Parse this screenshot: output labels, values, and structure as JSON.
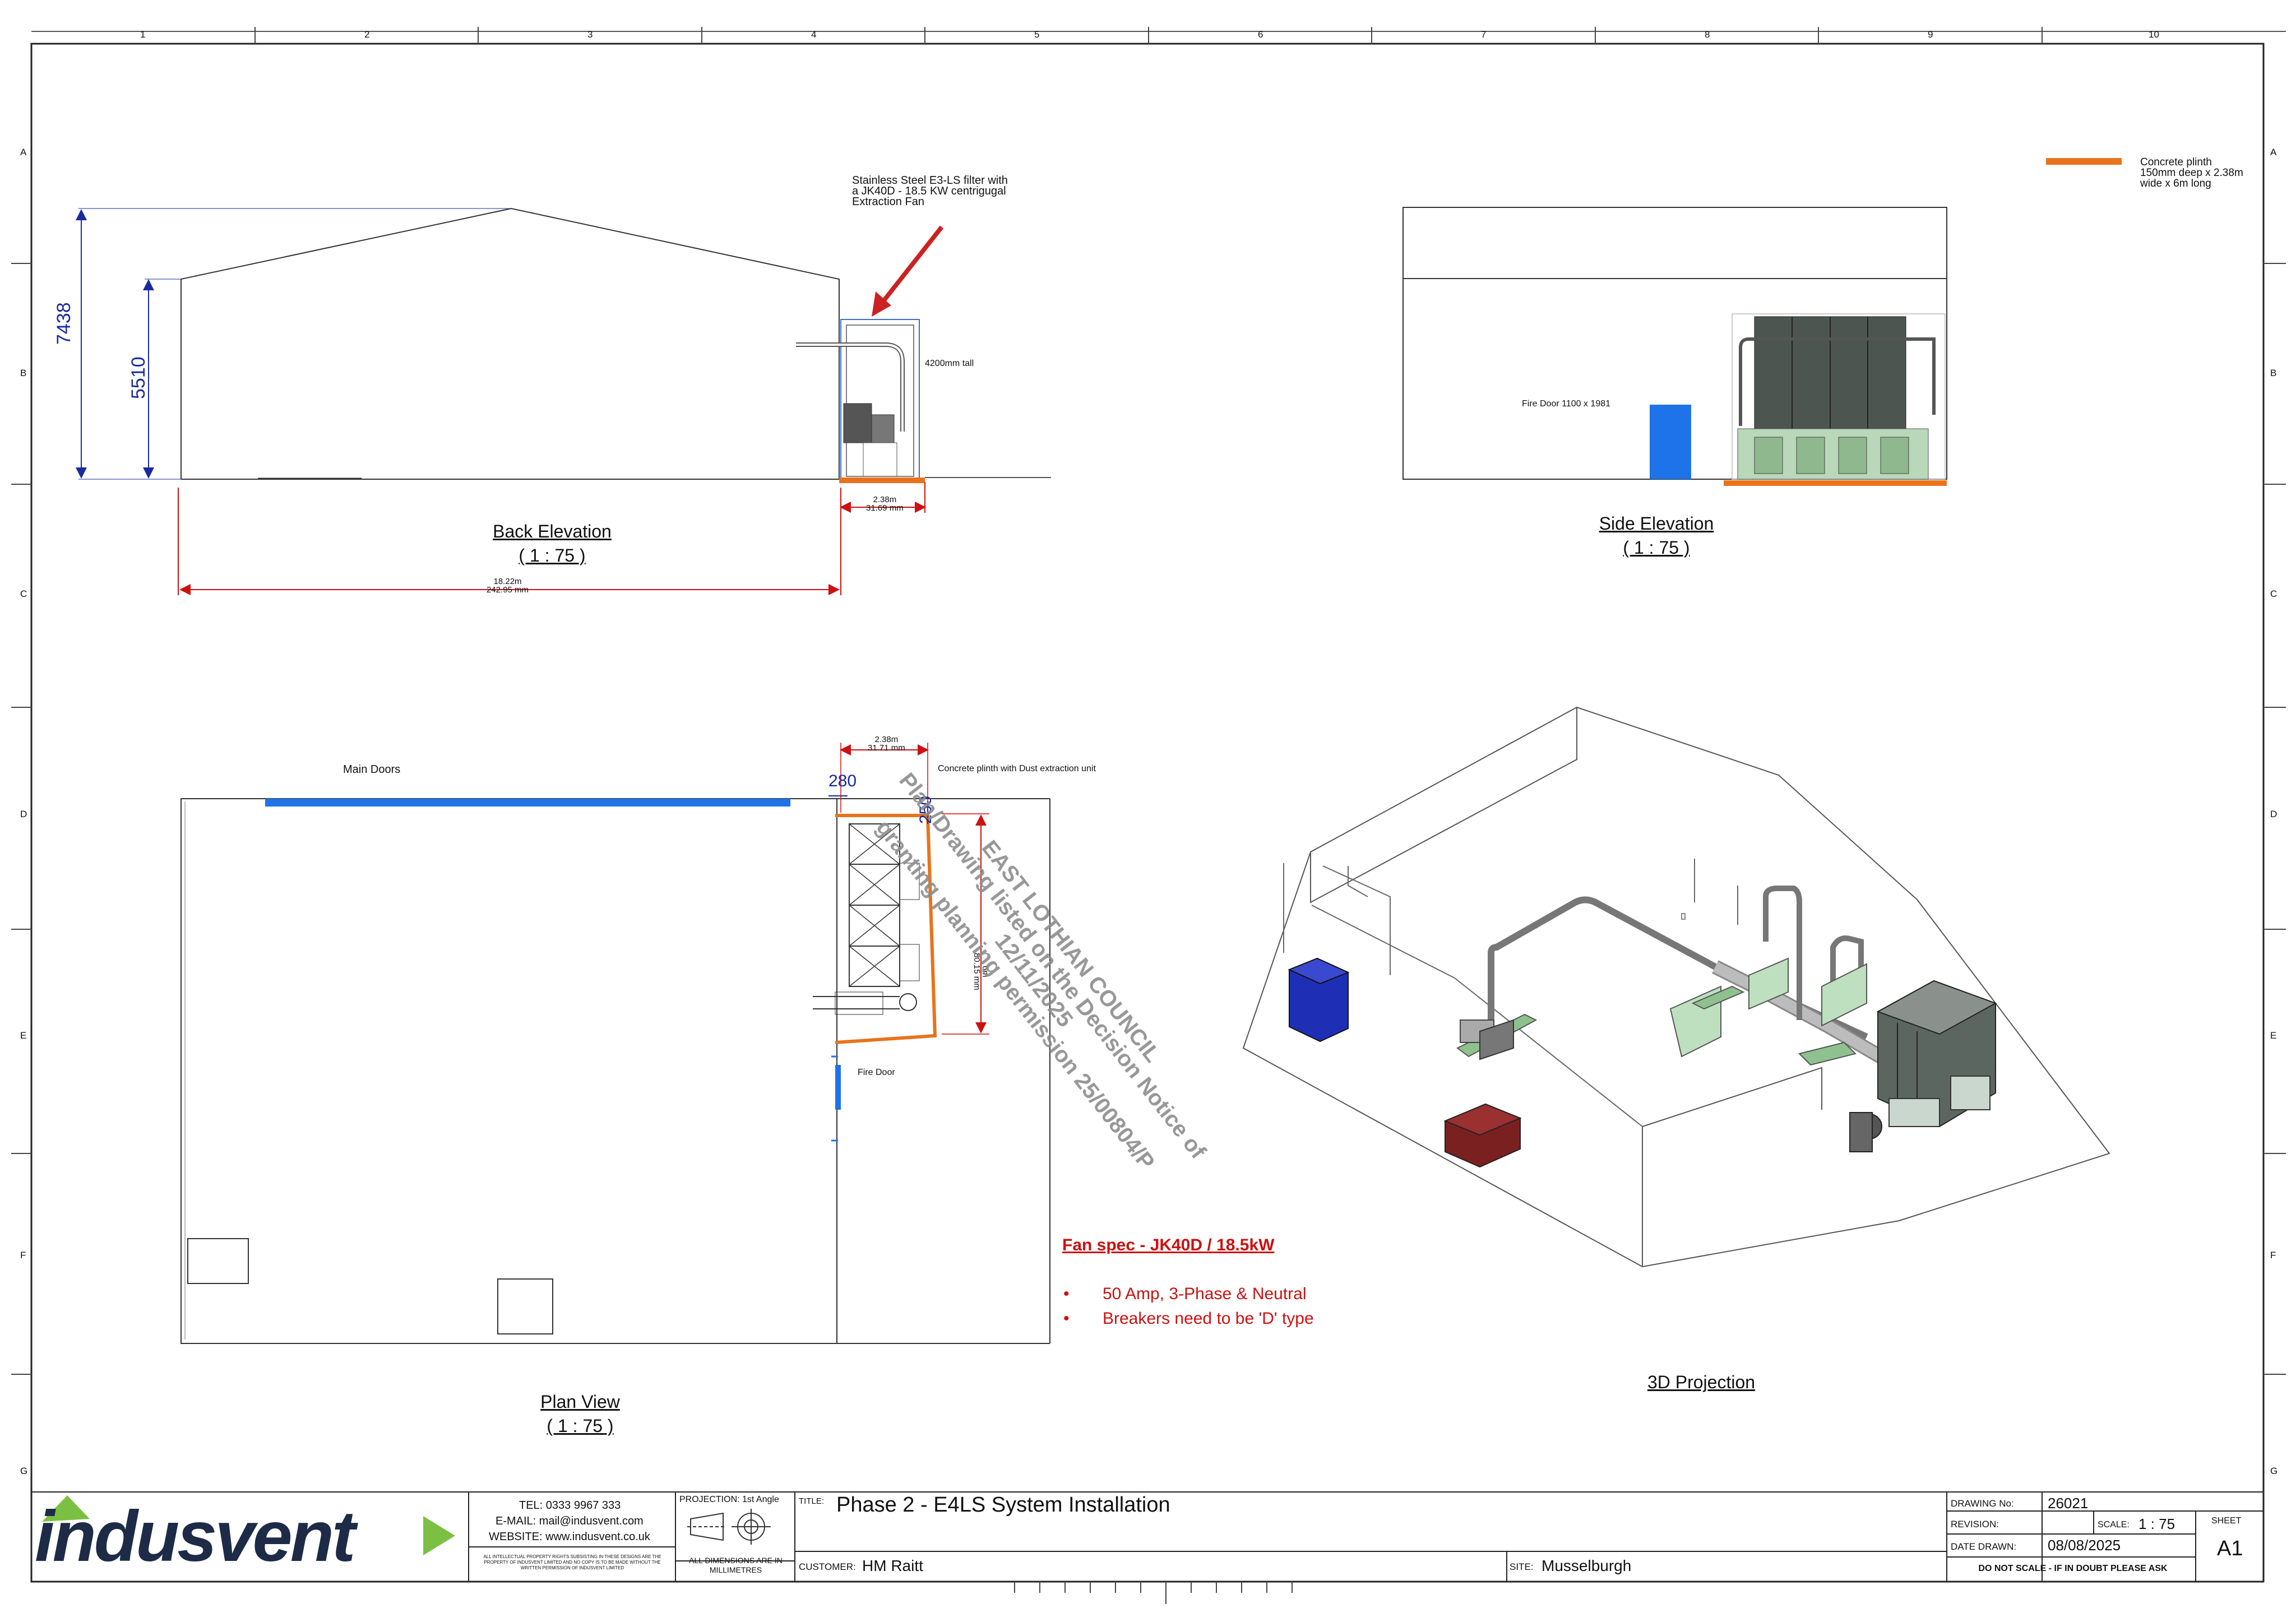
{
  "grid": {
    "columns": [
      "1",
      "2",
      "3",
      "4",
      "5",
      "6",
      "7",
      "8",
      "9",
      "10"
    ],
    "rows": [
      "A",
      "B",
      "C",
      "D",
      "E",
      "F",
      "G"
    ]
  },
  "legend": {
    "text_line1": "Concrete plinth",
    "text_line2": "150mm deep x 2.38m",
    "text_line3": "wide x 6m long",
    "color": "#e8731c"
  },
  "back_elevation": {
    "title": "Back Elevation",
    "scale": "( 1 : 75 )",
    "dim_total_height": "7438",
    "dim_eaves_height": "5510",
    "dim_width_m": "18.22m",
    "dim_width_mm": "242.95 mm",
    "dim_plinth_m": "2.38m",
    "dim_plinth_mm": "31.69 mm",
    "callout_line1": "Stainless Steel E3-LS filter with",
    "callout_line2": "a JK40D - 18.5 KW centrigugal",
    "callout_line3": "Extraction Fan",
    "unit_height_note": "4200mm tall"
  },
  "side_elevation": {
    "title": "Side Elevation",
    "scale": "( 1 : 75 )",
    "fire_door_note": "Fire Door 1100 x 1981"
  },
  "plan_view": {
    "title": "Plan View",
    "scale": "( 1 : 75 )",
    "main_doors": "Main Doors",
    "fire_door": "Fire Door",
    "plinth_note": "Concrete plinth with Dust extraction unit",
    "dim_280": "280",
    "dim_250": "250",
    "dim_plinth_m": "2.38m",
    "dim_plinth_mm": "31.71 mm",
    "dim_len_m": "6m",
    "dim_len_mm": "80.15 mm"
  },
  "projection_3d": {
    "title": "3D Projection"
  },
  "fan_spec": {
    "heading": "Fan spec - JK40D / 18.5kW",
    "bullets": [
      "50 Amp, 3-Phase & Neutral",
      "Breakers need to be 'D' type"
    ]
  },
  "stamp": {
    "line1": "EAST LOTHIAN COUNCIL",
    "line2": "Plan/Drawing listed on the Decision Notice of",
    "line3": "12/11/2025",
    "line4": "granting planning permission 25/00804/P"
  },
  "title_block": {
    "logo_text": "indusvent",
    "tel": "TEL:  0333 9967 333",
    "email": "E-MAIL:  mail@indusvent.com",
    "website": "WEBSITE:  www.indusvent.co.uk",
    "ip_note_1": "ALL INTELLECTUAL PROPERTY RIGHTS SUBSISTING IN THESE DESIGNS ARE THE",
    "ip_note_2": "PROPERTY OF INDUSVENT LIMITED AND NO COPY IS TO BE MADE WITHOUT THE",
    "ip_note_3": "WRITTEN PERMISSION OF INDUSVENT LIMITED",
    "projection_label": "PROJECTION: 1st Angle",
    "dims_note_1": "ALL DIMENSIONS ARE IN",
    "dims_note_2": "MILLIMETRES",
    "title_label": "TITLE:",
    "title_value": "Phase 2 - E4LS System Installation",
    "customer_label": "CUSTOMER:",
    "customer_value": "HM Raitt",
    "site_label": "SITE:",
    "site_value": "Musselburgh",
    "drawing_no_label": "DRAWING No:",
    "drawing_no_value": "26021",
    "revision_label": "REVISION:",
    "scale_label": "SCALE:",
    "scale_value": "1 : 75",
    "date_label": "DATE DRAWN:",
    "date_value": "08/08/2025",
    "sheet_label": "SHEET",
    "sheet_value": "A1",
    "do_not_scale": "DO NOT SCALE - IF IN DOUBT PLEASE ASK"
  },
  "colors": {
    "dimension_blue": "#1a2aa0",
    "dimension_red": "#cc1111",
    "plinth_orange": "#e8731c",
    "door_blue": "#1e73e8",
    "logo_navy": "#1d2b47",
    "logo_green": "#7cc043"
  }
}
